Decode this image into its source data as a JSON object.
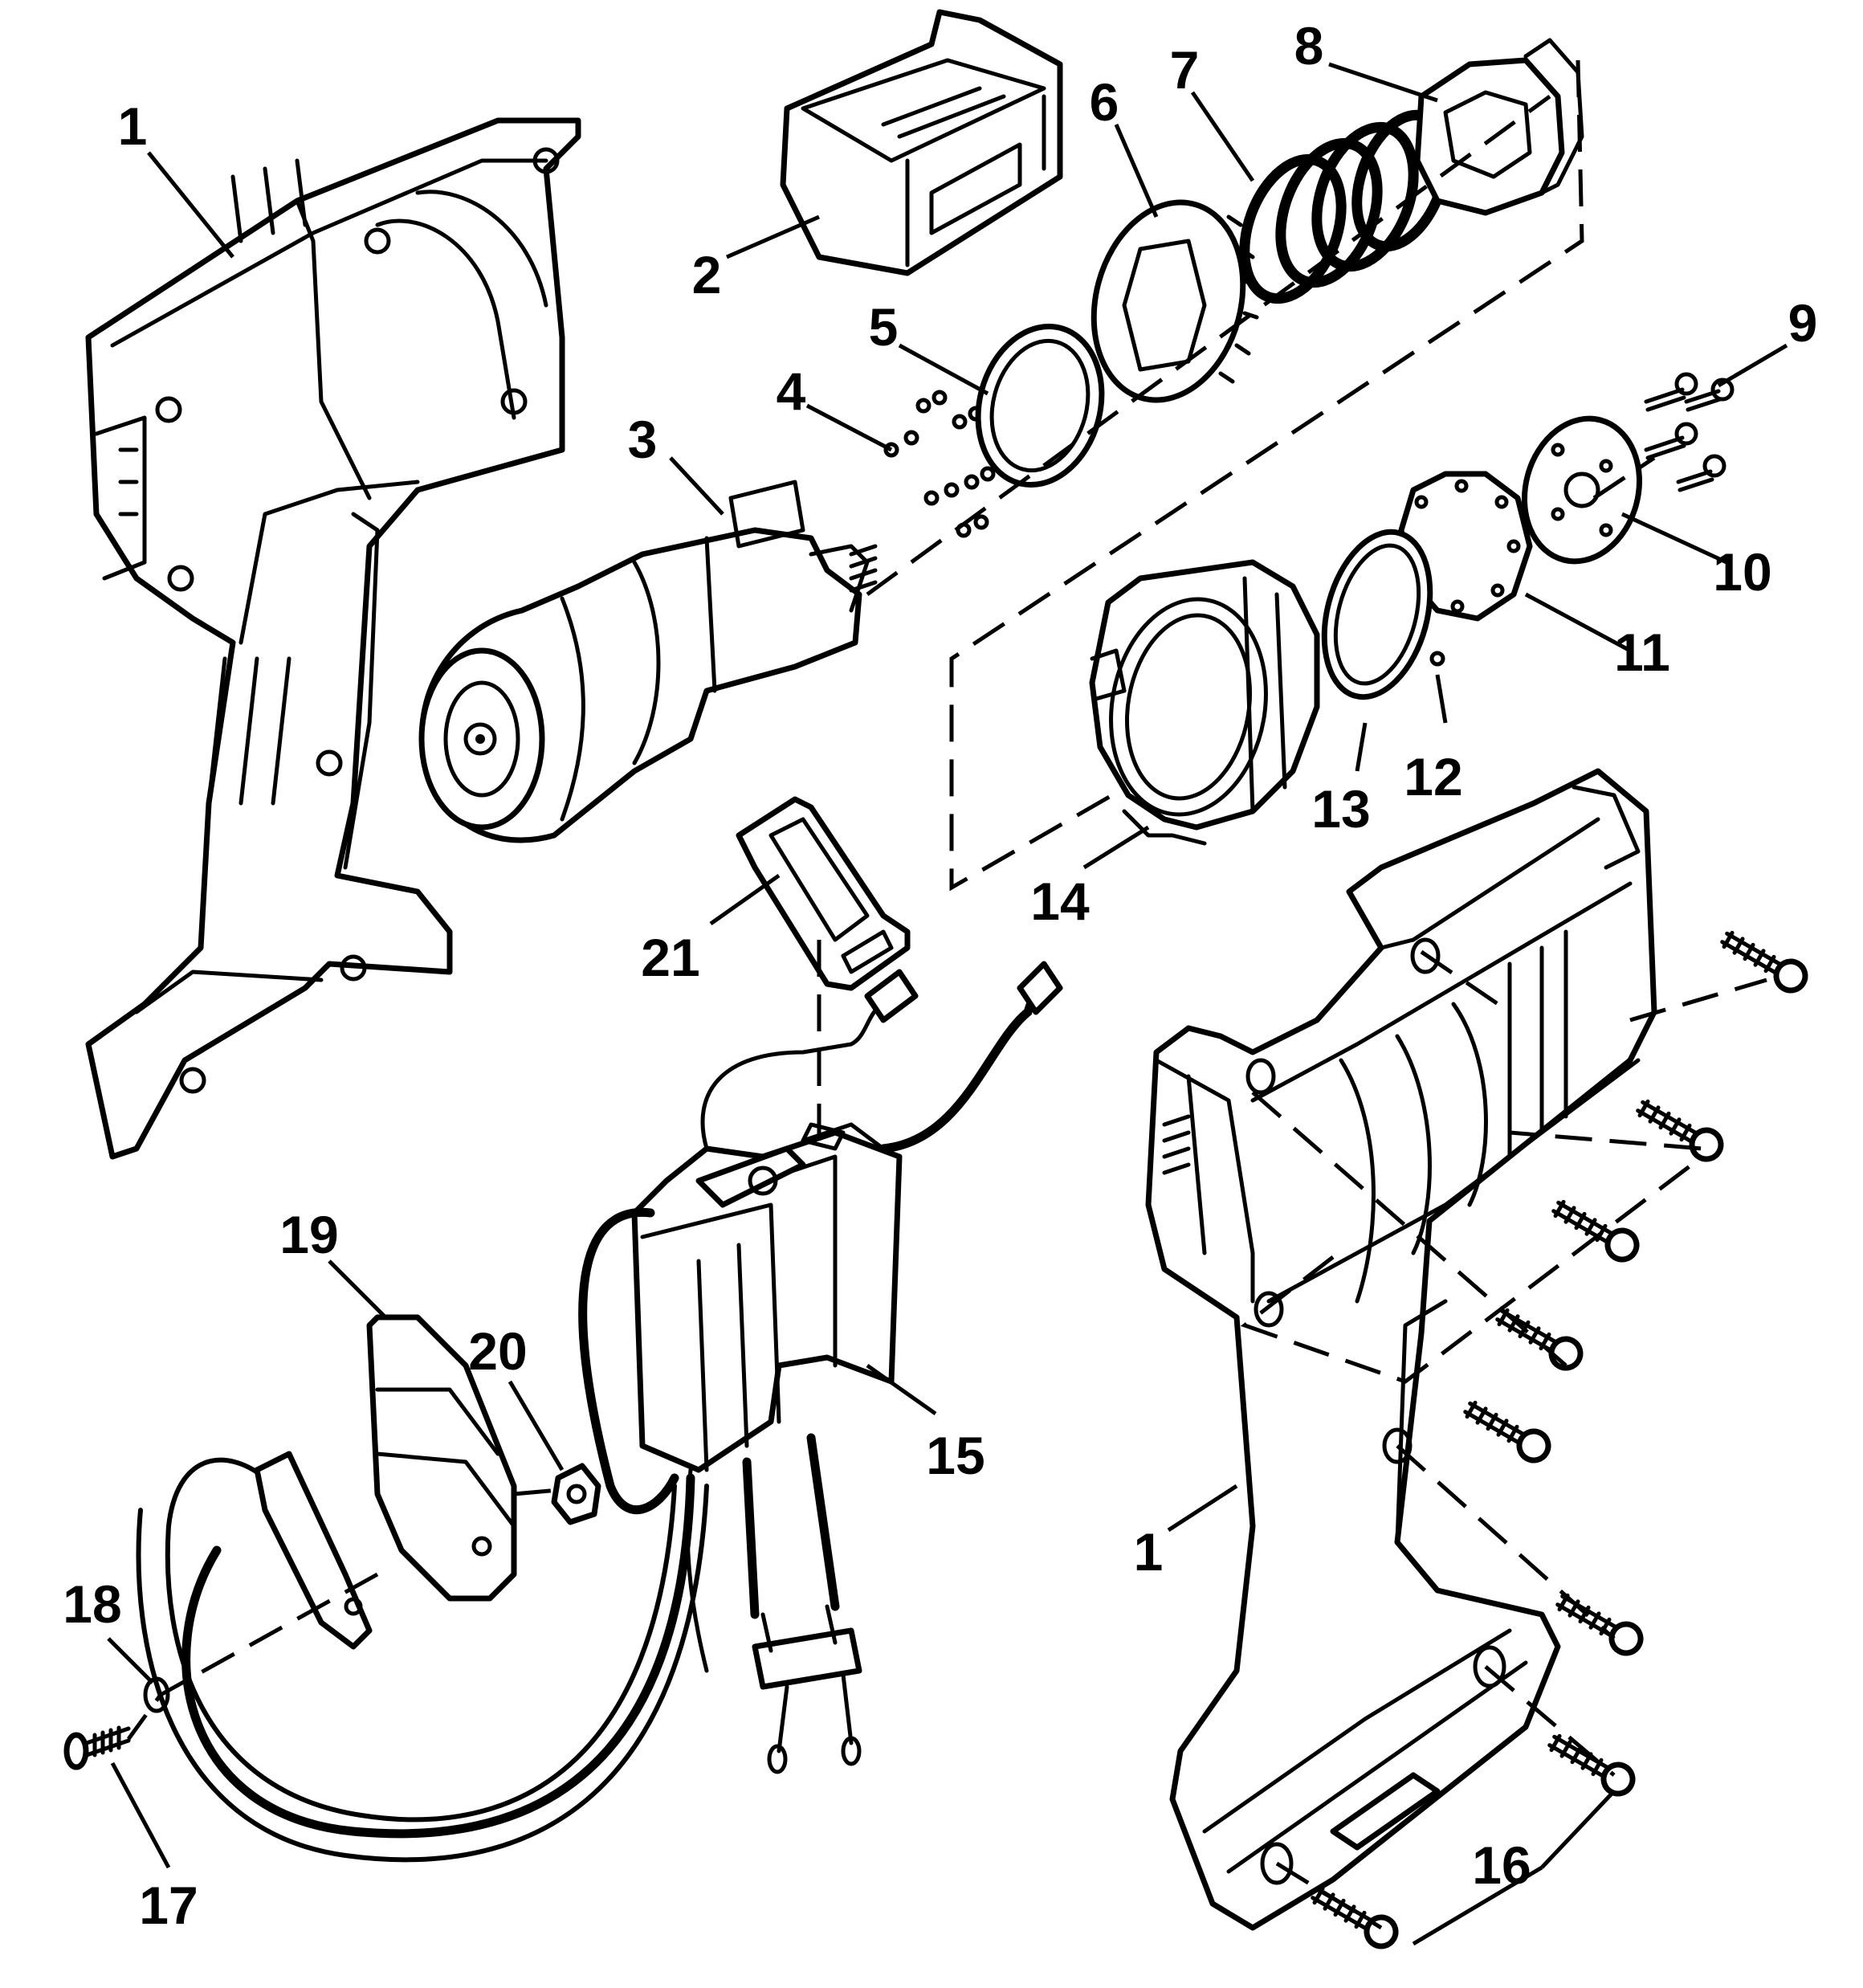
{
  "callouts": [
    "1",
    "2",
    "3",
    "4",
    "5",
    "6",
    "7",
    "8",
    "9",
    "10",
    "11",
    "12",
    "13",
    "14",
    "15",
    "16",
    "17",
    "18",
    "19",
    "20",
    "21",
    "1"
  ]
}
